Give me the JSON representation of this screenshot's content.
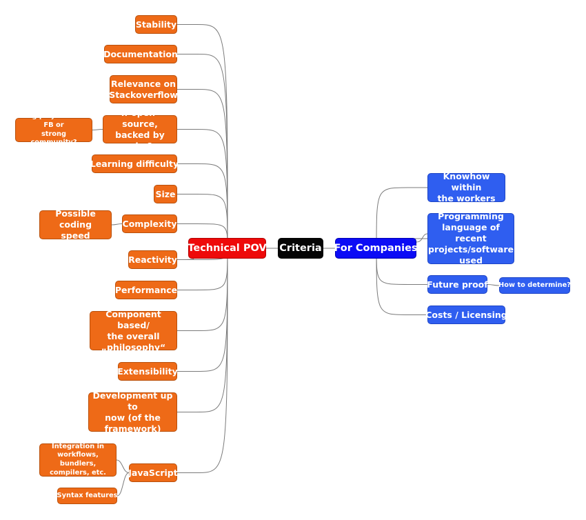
{
  "mindmap": {
    "root": "Criteria",
    "technical": {
      "label": "Technical POV",
      "stability": "Stability",
      "documentation": "Documentation",
      "relevance": "Relevance on\nStackoverflow",
      "open_source": "If open-source,\nbacked by who?",
      "open_source_detail": "Big players like FB or\nstrong community?",
      "learning_difficulty": "Learning difficulty",
      "size": "Size",
      "complexity": "Complexity",
      "complexity_detail": "Possible coding\nspeed",
      "reactivity": "Reactivity",
      "performance": "Performance",
      "component_based": "Component based/\nthe overall\n„philosophy“",
      "extensibility": "Extensibility",
      "development": "Development up to\nnow (of the\nframework)",
      "javascript": "JavaScript",
      "js_integration": "Integration in\nworkflows, bundlers,\ncompilers, etc.",
      "js_syntax": "Syntax features"
    },
    "companies": {
      "label": "For Companies",
      "knowhow": "Knowhow within\nthe workers",
      "programming_language": "Programming\nlanguage of recent\nprojects/software\nused",
      "future_proof": "Future proof",
      "future_proof_detail": "How to determine?",
      "costs": "Costs / Licensing"
    }
  },
  "colors": {
    "center": "#050505",
    "technical_branch": "#ee0a0a",
    "technical_topics": "#ee6a17",
    "companies_branch": "#0c0cf5",
    "companies_topics": "#2f5ef0",
    "links": "#7a7a7a"
  }
}
